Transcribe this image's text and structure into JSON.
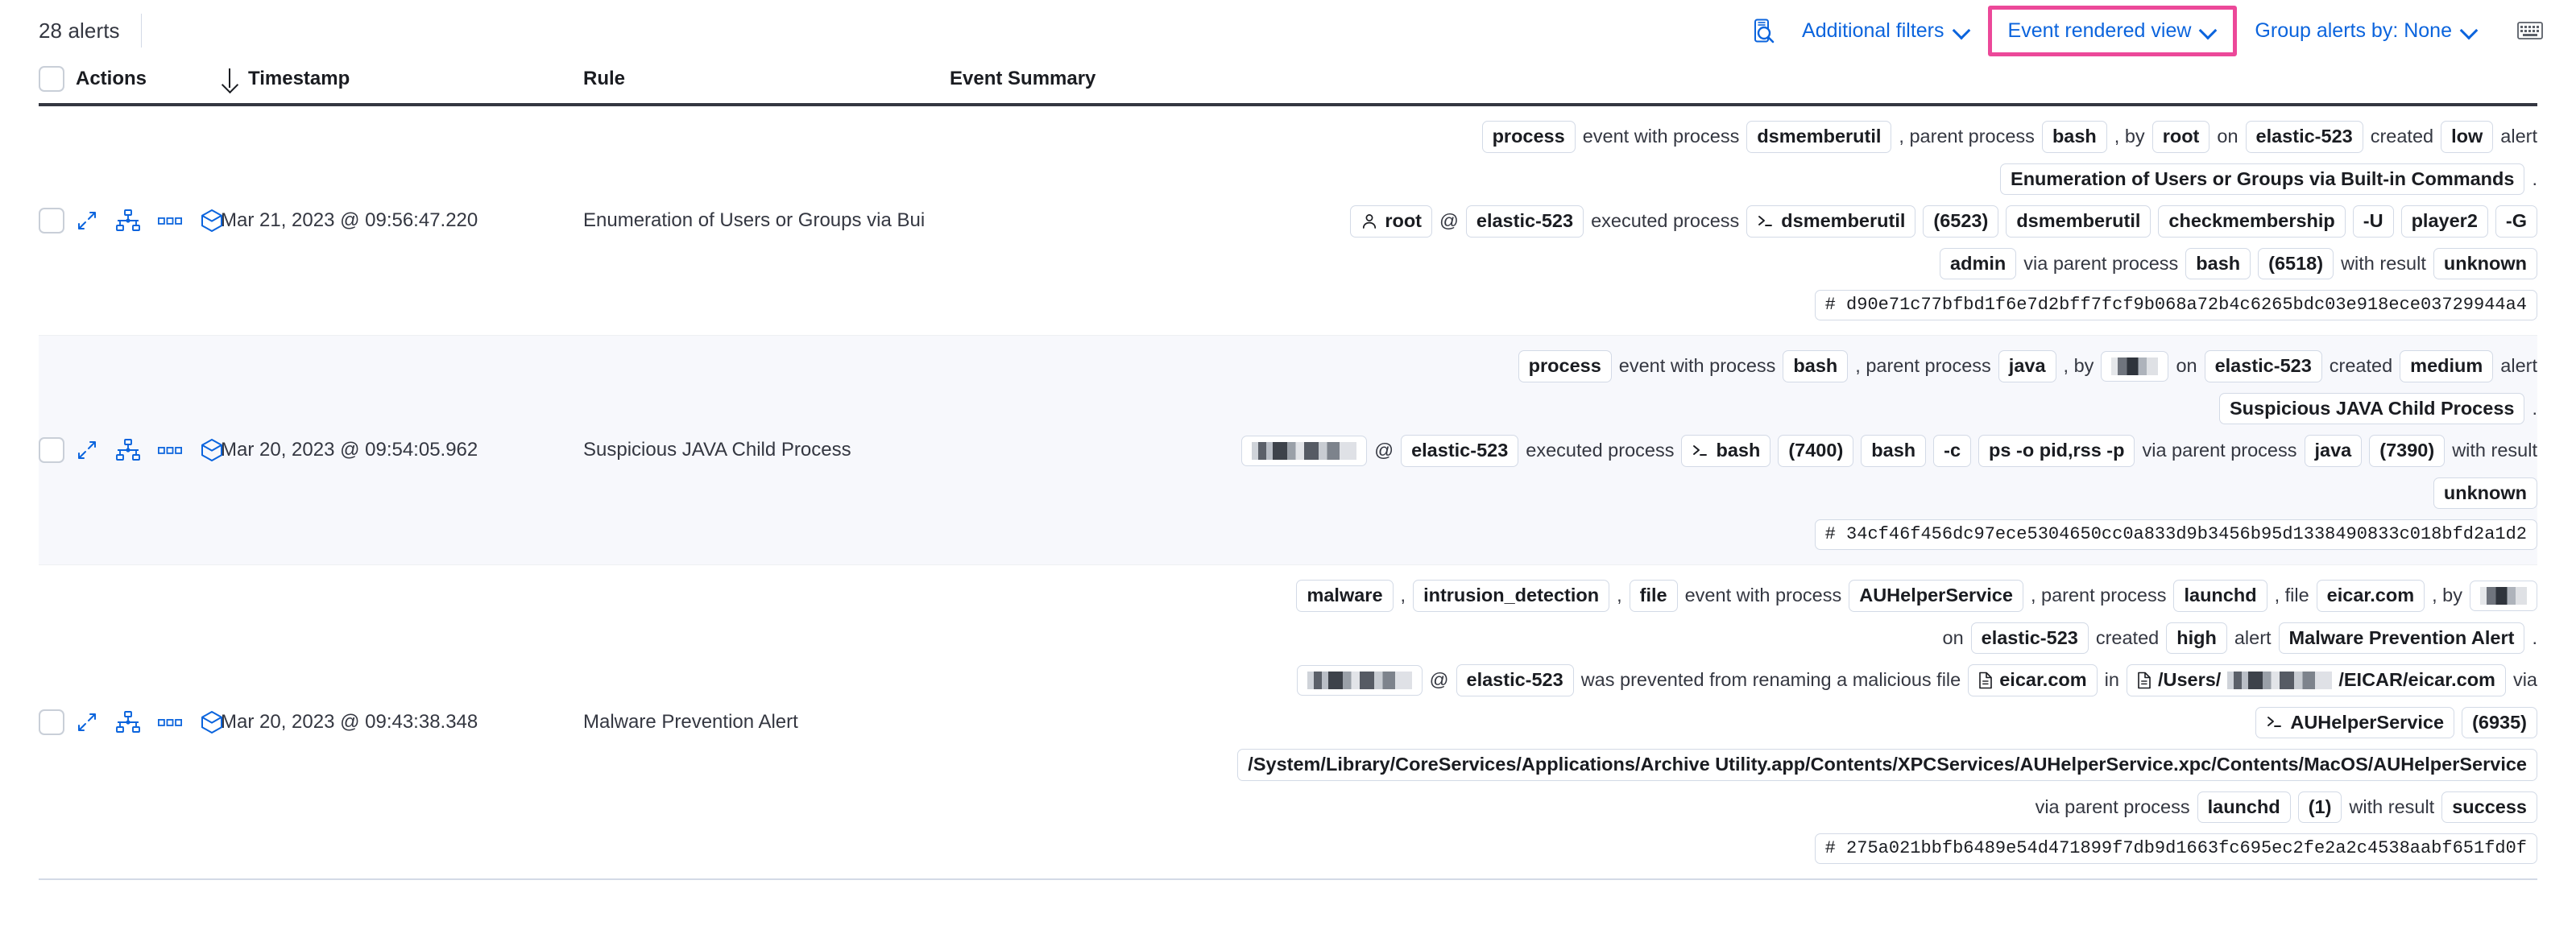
{
  "toolbar": {
    "alerts_count": "28 alerts",
    "inspect_icon": "inspect-icon",
    "additional_filters": "Additional filters",
    "event_rendered_view": "Event rendered view",
    "group_alerts_by": "Group alerts by: None",
    "keyboard_icon": "keyboard-icon",
    "highlight_color": "#ec4899",
    "link_color": "#0b64dd"
  },
  "table": {
    "columns": {
      "actions": "Actions",
      "timestamp": "Timestamp",
      "rule": "Rule",
      "event_summary": "Event Summary"
    },
    "sort_direction_icon": "arrow-down-icon",
    "row_action_icons": [
      "expand-icon",
      "analyzer-icon",
      "more-actions-icon",
      "session-view-icon"
    ]
  },
  "rows": [
    {
      "timestamp": "Mar 21, 2023 @ 09:56:47.220",
      "rule": "Enumeration of Users or Groups via Bui",
      "lines": [
        {
          "align": "right",
          "parts": [
            {
              "t": "chip",
              "v": "process"
            },
            {
              "t": "text",
              "v": "event with process"
            },
            {
              "t": "chip",
              "v": "dsmemberutil"
            },
            {
              "t": "text",
              "v": ", parent process"
            },
            {
              "t": "chip",
              "v": "bash"
            },
            {
              "t": "text",
              "v": ", by"
            },
            {
              "t": "chip",
              "v": "root"
            },
            {
              "t": "text",
              "v": "on"
            },
            {
              "t": "chip",
              "v": "elastic-523"
            },
            {
              "t": "text",
              "v": "created"
            },
            {
              "t": "chip",
              "v": "low"
            },
            {
              "t": "text",
              "v": "alert"
            }
          ]
        },
        {
          "align": "right",
          "parts": [
            {
              "t": "chip",
              "v": "Enumeration of Users or Groups via Built-in Commands"
            },
            {
              "t": "text",
              "v": "."
            }
          ]
        },
        {
          "align": "right",
          "parts": [
            {
              "t": "chip",
              "v": "root",
              "icon": "user-icon"
            },
            {
              "t": "text",
              "v": "@"
            },
            {
              "t": "chip",
              "v": "elastic-523"
            },
            {
              "t": "text",
              "v": "executed process"
            },
            {
              "t": "chip",
              "v": "dsmemberutil",
              "icon": "terminal-icon"
            },
            {
              "t": "chip",
              "v": "(6523)"
            },
            {
              "t": "chip",
              "v": "dsmemberutil"
            },
            {
              "t": "chip",
              "v": "checkmembership"
            },
            {
              "t": "chip",
              "v": "-U"
            },
            {
              "t": "chip",
              "v": "player2"
            },
            {
              "t": "chip",
              "v": "-G"
            }
          ]
        },
        {
          "align": "right",
          "parts": [
            {
              "t": "chip",
              "v": "admin"
            },
            {
              "t": "text",
              "v": "via parent process"
            },
            {
              "t": "chip",
              "v": "bash"
            },
            {
              "t": "chip",
              "v": "(6518)"
            },
            {
              "t": "text",
              "v": "with result"
            },
            {
              "t": "chip",
              "v": "unknown"
            }
          ]
        },
        {
          "align": "center",
          "parts": [
            {
              "t": "chip",
              "v": "# d90e71c77bfbd1f6e7d2bff7fcf9b068a72b4c6265bdc03e918ece03729944a4",
              "mono": true
            }
          ]
        }
      ]
    },
    {
      "timestamp": "Mar 20, 2023 @ 09:54:05.962",
      "rule": "Suspicious JAVA Child Process",
      "lines": [
        {
          "align": "right",
          "parts": [
            {
              "t": "chip",
              "v": "process"
            },
            {
              "t": "text",
              "v": "event with process"
            },
            {
              "t": "chip",
              "v": "bash"
            },
            {
              "t": "text",
              "v": ", parent process"
            },
            {
              "t": "chip",
              "v": "java"
            },
            {
              "t": "text",
              "v": ", by"
            },
            {
              "t": "chip",
              "v": "",
              "redacted": "sm"
            },
            {
              "t": "text",
              "v": "on"
            },
            {
              "t": "chip",
              "v": "elastic-523"
            },
            {
              "t": "text",
              "v": "created"
            },
            {
              "t": "chip",
              "v": "medium"
            },
            {
              "t": "text",
              "v": "alert"
            }
          ]
        },
        {
          "align": "right",
          "parts": [
            {
              "t": "chip",
              "v": "Suspicious JAVA Child Process"
            },
            {
              "t": "text",
              "v": "."
            }
          ]
        },
        {
          "align": "right",
          "parts": [
            {
              "t": "chip",
              "v": "",
              "redacted": "wide"
            },
            {
              "t": "text",
              "v": "@"
            },
            {
              "t": "chip",
              "v": "elastic-523"
            },
            {
              "t": "text",
              "v": "executed process"
            },
            {
              "t": "chip",
              "v": "bash",
              "icon": "terminal-icon"
            },
            {
              "t": "chip",
              "v": "(7400)"
            },
            {
              "t": "chip",
              "v": "bash"
            },
            {
              "t": "chip",
              "v": "-c"
            },
            {
              "t": "chip",
              "v": "ps -o pid,rss -p"
            },
            {
              "t": "text",
              "v": "via parent process"
            },
            {
              "t": "chip",
              "v": "java"
            },
            {
              "t": "chip",
              "v": "(7390)"
            },
            {
              "t": "text",
              "v": "with result"
            }
          ]
        },
        {
          "align": "center",
          "parts": [
            {
              "t": "chip",
              "v": "unknown"
            }
          ]
        },
        {
          "align": "center",
          "parts": [
            {
              "t": "chip",
              "v": "# 34cf46f456dc97ece5304650cc0a833d9b3456b95d1338490833c018bfd2a1d2",
              "mono": true
            }
          ]
        }
      ]
    },
    {
      "timestamp": "Mar 20, 2023 @ 09:43:38.348",
      "rule": "Malware Prevention Alert",
      "lines": [
        {
          "align": "right",
          "parts": [
            {
              "t": "chip",
              "v": "malware"
            },
            {
              "t": "text",
              "v": ","
            },
            {
              "t": "chip",
              "v": "intrusion_detection"
            },
            {
              "t": "text",
              "v": ","
            },
            {
              "t": "chip",
              "v": "file"
            },
            {
              "t": "text",
              "v": "event with process"
            },
            {
              "t": "chip",
              "v": "AUHelperService"
            },
            {
              "t": "text",
              "v": ", parent process"
            },
            {
              "t": "chip",
              "v": "launchd"
            },
            {
              "t": "text",
              "v": ", file"
            },
            {
              "t": "chip",
              "v": "eicar.com"
            },
            {
              "t": "text",
              "v": ", by"
            },
            {
              "t": "chip",
              "v": "",
              "redacted": "sm"
            }
          ]
        },
        {
          "align": "right",
          "parts": [
            {
              "t": "text",
              "v": "on"
            },
            {
              "t": "chip",
              "v": "elastic-523"
            },
            {
              "t": "text",
              "v": "created"
            },
            {
              "t": "chip",
              "v": "high"
            },
            {
              "t": "text",
              "v": "alert"
            },
            {
              "t": "chip",
              "v": "Malware Prevention Alert"
            },
            {
              "t": "text",
              "v": "."
            }
          ]
        },
        {
          "align": "right",
          "parts": [
            {
              "t": "chip",
              "v": "",
              "redacted": "wide"
            },
            {
              "t": "text",
              "v": "@"
            },
            {
              "t": "chip",
              "v": "elastic-523"
            },
            {
              "t": "text",
              "v": "was prevented from renaming a malicious file"
            },
            {
              "t": "chip",
              "v": "eicar.com",
              "icon": "file-icon"
            },
            {
              "t": "text",
              "v": "in"
            },
            {
              "t": "chip",
              "v": "/Users/",
              "icon": "file-icon",
              "redacted_mid": "/EICAR/eicar.com"
            },
            {
              "t": "text",
              "v": "via"
            }
          ]
        },
        {
          "align": "center",
          "parts": [
            {
              "t": "chip",
              "v": "AUHelperService",
              "icon": "terminal-icon"
            },
            {
              "t": "chip",
              "v": "(6935)"
            }
          ]
        },
        {
          "align": "center",
          "parts": [
            {
              "t": "chip",
              "v": "/System/Library/CoreServices/Applications/Archive Utility.app/Contents/XPCServices/AUHelperService.xpc/Contents/MacOS/AUHelperService"
            }
          ]
        },
        {
          "align": "center",
          "parts": [
            {
              "t": "text",
              "v": "via parent process"
            },
            {
              "t": "chip",
              "v": "launchd"
            },
            {
              "t": "chip",
              "v": "(1)"
            },
            {
              "t": "text",
              "v": "with result"
            },
            {
              "t": "chip",
              "v": "success"
            }
          ]
        },
        {
          "align": "center",
          "parts": [
            {
              "t": "chip",
              "v": "# 275a021bbfb6489e54d471899f7db9d1663fc695ec2fe2a2c4538aabf651fd0f",
              "mono": true
            }
          ]
        }
      ]
    }
  ]
}
